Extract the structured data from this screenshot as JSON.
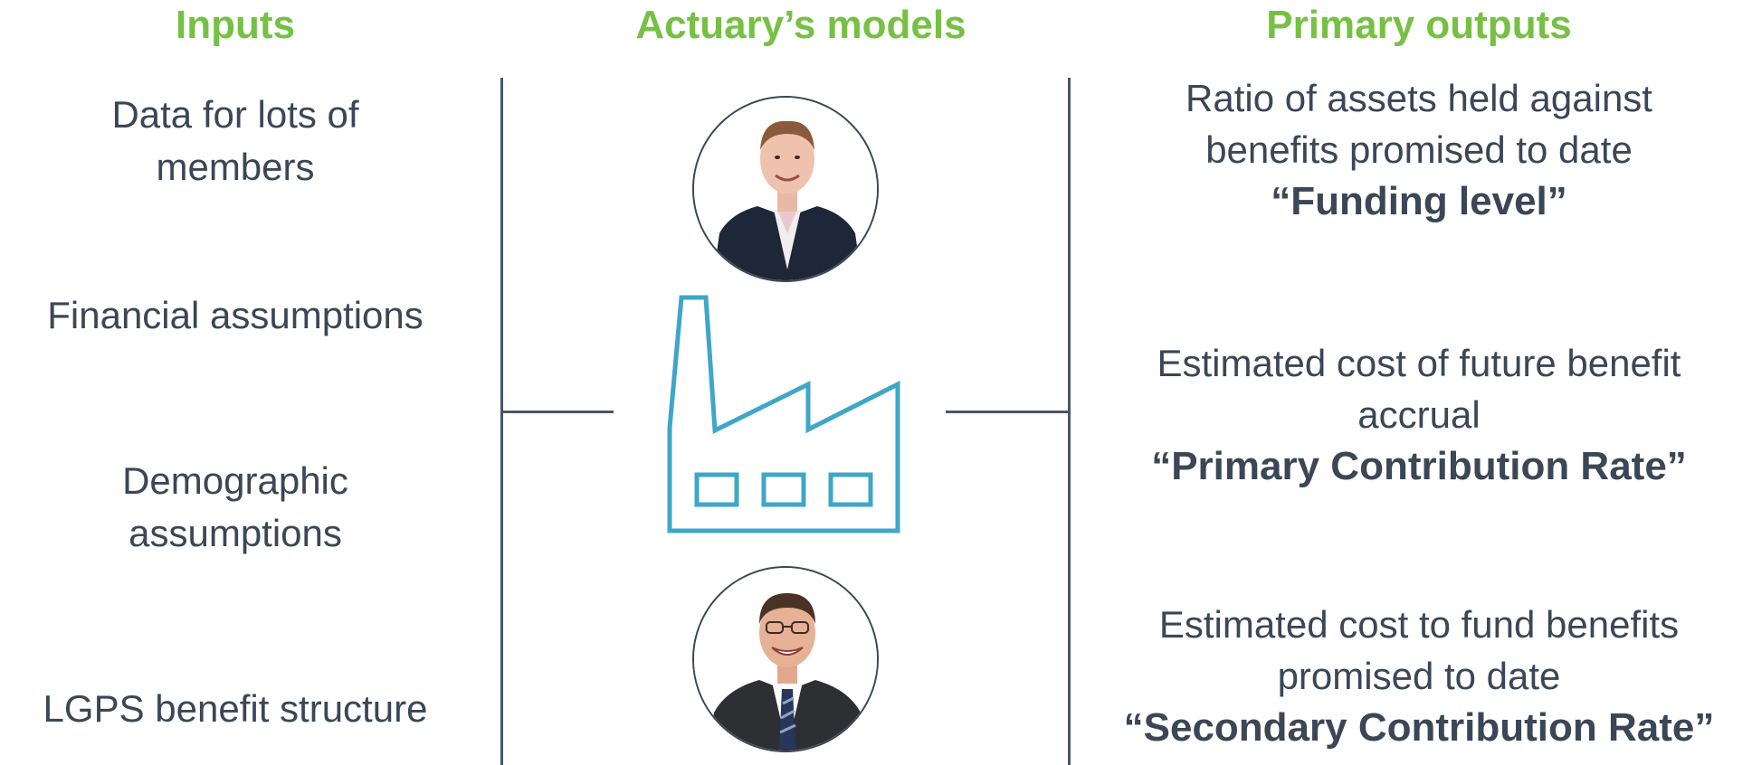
{
  "headings": {
    "inputs": "Inputs",
    "models": "Actuary’s models",
    "outputs": "Primary outputs"
  },
  "inputs": [
    "Data for lots of members",
    "Financial assumptions",
    "Demographic assumptions",
    "LGPS benefit structure"
  ],
  "outputs": [
    {
      "description": "Ratio of assets held against benefits promised to date",
      "term": "“Funding level”"
    },
    {
      "description": "Estimated cost of future benefit accrual",
      "term": "“Primary Contribution Rate”"
    },
    {
      "description": "Estimated cost to fund benefits promised to date",
      "term": "“Secondary Contribution Rate”"
    }
  ],
  "icons": {
    "portrait_1": "person-photo-icon",
    "factory": "factory-icon",
    "portrait_2": "person-photo-icon"
  },
  "colors": {
    "heading": "#76c043",
    "text": "#3b4656",
    "factory": "#3fa6c8",
    "lines": "#4a5568"
  }
}
